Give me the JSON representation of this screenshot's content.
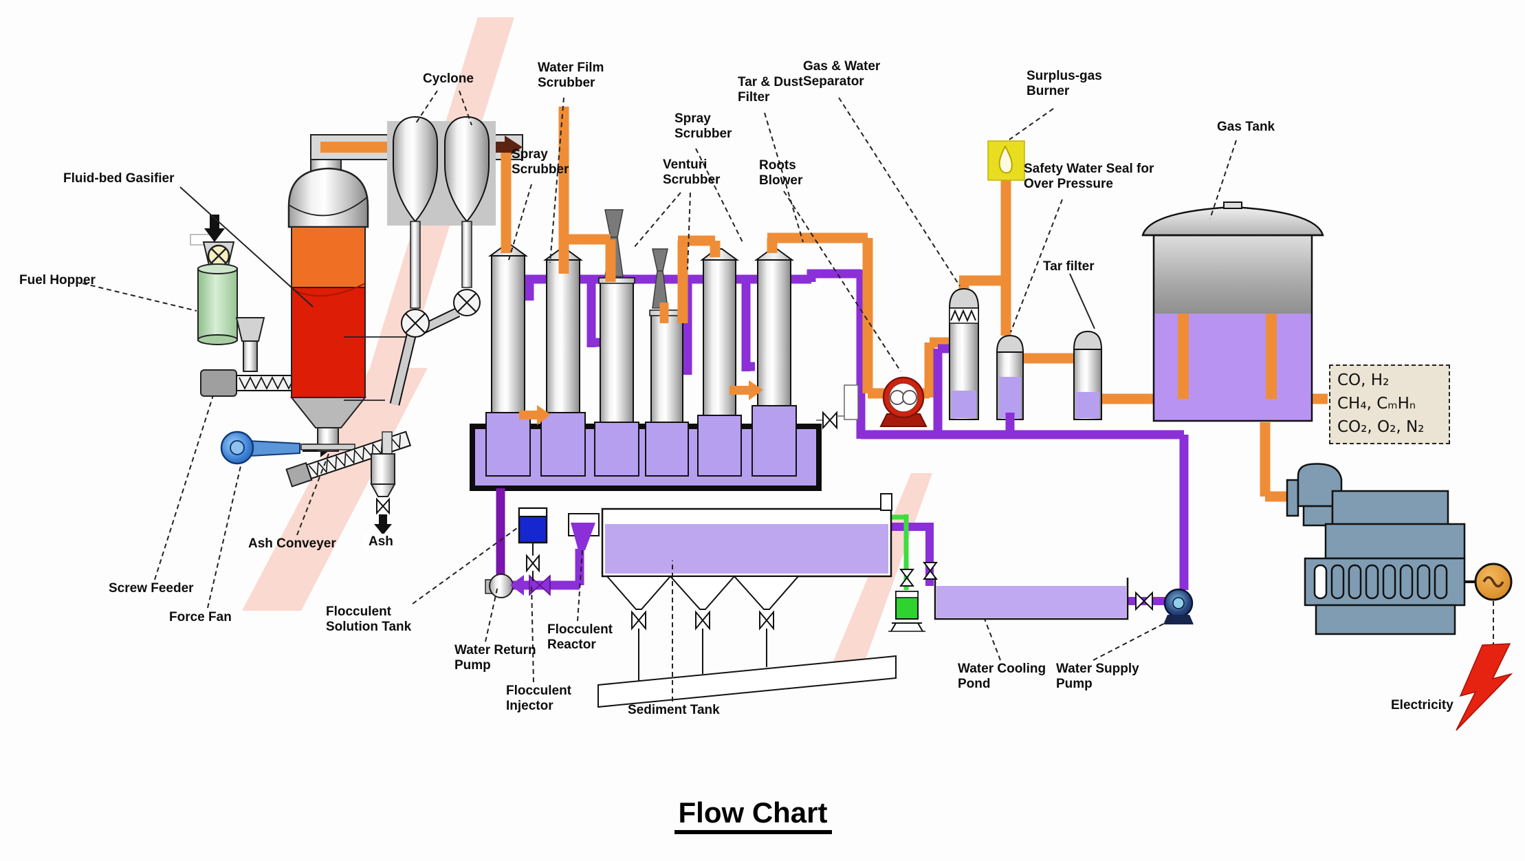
{
  "title": "Flow Chart",
  "labels": {
    "cyclone": "Cyclone",
    "water_film_scrubber": "Water Film Scrubber",
    "fluid_bed_gasifier": "Fluid-bed Gasifier",
    "spray_scrubber_1": "Spray Scrubber",
    "venturi_scrubber": "Venturi Scrubber",
    "spray_scrubber_2": "Spray Scrubber",
    "tar_dust_filter": "Tar & Dust Filter",
    "gas_water_separator": "Gas & Water Separator",
    "roots_blower": "Roots Blower",
    "surplus_gas_burner": "Surplus-gas Burner",
    "safety_water_seal": "Safety Water Seal for Over Pressure",
    "tar_filter": "Tar filter",
    "gas_tank": "Gas Tank",
    "fuel_hopper": "Fuel Hopper",
    "screw_feeder": "Screw Feeder",
    "force_fan": "Force Fan",
    "ash_conveyer": "Ash Conveyer",
    "ash": "Ash",
    "flocculent_solution_tank": "Flocculent Solution Tank",
    "water_return_pump": "Water Return Pump",
    "flocculent_reactor": "Flocculent Reactor",
    "flocculent_injector": "Flocculent Injector",
    "sediment_tank": "Sediment Tank",
    "water_cooling_pond": "Water Cooling Pond",
    "water_supply_pump": "Water Supply Pump",
    "electricity": "Electricity"
  },
  "gas_composition": [
    "CO,  H₂",
    "CH₄,  CₘHₙ",
    "CO₂,  O₂,  N₂"
  ],
  "colors": {
    "gas_pipe_orange": "#ef8d37",
    "water_pipe_purple": "#8b2fd6",
    "return_pipe_purple": "#7a15ad",
    "liquid_purple": "#b79ff0",
    "gasifier_red": "#dd1d05",
    "gasifier_orange": "#ef7024",
    "burner_yellow": "#e8de1f",
    "blower_red": "#cf2310",
    "electricity_red": "#e62310",
    "engine_blue": "#7f9cb2",
    "fan_blue": "#3a7fd5",
    "hopper_green": "#b8dcb4",
    "fresh_water_green": "#2fd32f"
  }
}
